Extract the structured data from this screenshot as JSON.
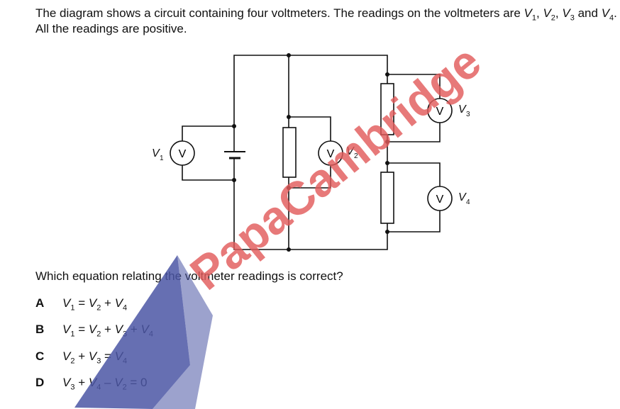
{
  "intro": {
    "part1": "The diagram shows a circuit containing four voltmeters. The readings on the voltmeters are",
    "part2": "and",
    "part3": ". All the readings are positive."
  },
  "circuit": {
    "meter_symbol": "V",
    "labels": {
      "v1": "V",
      "v2": "V",
      "v3": "V",
      "v4": "V"
    },
    "subs": {
      "v1": "1",
      "v2": "2",
      "v3": "3",
      "v4": "4"
    }
  },
  "question": "Which equation relating the voltmeter readings is correct?",
  "options": [
    {
      "letter": "A",
      "text": "V1 = V2 + V4"
    },
    {
      "letter": "B",
      "text": "V1 = V2 + V3 + V4"
    },
    {
      "letter": "C",
      "text": "V2 + V3 = V4"
    },
    {
      "letter": "D",
      "text": "V3 + V4 – V2 = 0"
    }
  ],
  "watermark": {
    "text": "PapaCambridge",
    "colors": [
      "#e25b5b",
      "#4b56a4"
    ]
  }
}
